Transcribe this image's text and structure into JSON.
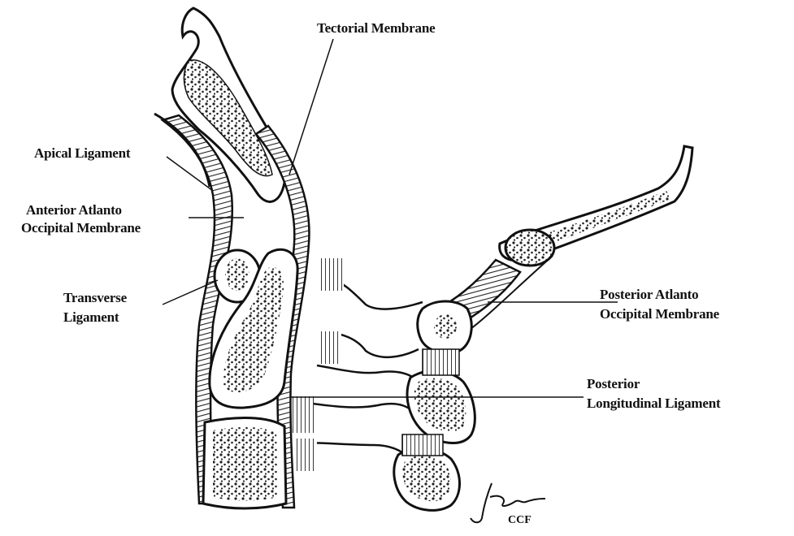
{
  "labels": {
    "tectorial": "Tectorial Membrane",
    "apical": "Apical Ligament",
    "anterior_line1": "Anterior Atlanto",
    "anterior_line2": "Occipital Membrane",
    "transverse_line1": "Transverse",
    "transverse_line2": "Ligament",
    "posterior_atlanto_line1": "Posterior Atlanto",
    "posterior_atlanto_line2": "Occipital Membrane",
    "posterior_long_line1": "Posterior",
    "posterior_long_line2": "Longitudinal Ligament"
  },
  "signature": {
    "name": "Joseph",
    "mark": "CCF"
  },
  "colors": {
    "ink": "#111111",
    "bone_fill": "#ffffff",
    "speckle": "#222222"
  }
}
